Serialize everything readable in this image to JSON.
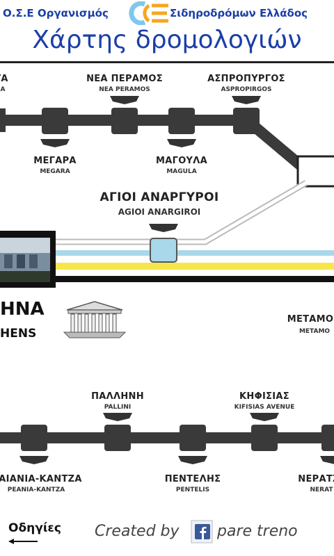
{
  "header": {
    "org_left": "Ο.Σ.Ε  Οργανισμός",
    "org_right": "Σιδηροδρόμων Ελλάδος",
    "title": "Χάρτης δρομολογιών"
  },
  "stations_top": [
    {
      "gr": "ΤΑ",
      "lat": "A"
    },
    {
      "gr": "ΝΕΑ ΠΕΡΑΜΟΣ",
      "lat": "NEA PERAMOS"
    },
    {
      "gr": "ΑΣΠΡΟΠΥΡΓΟΣ",
      "lat": "ASPROPIRGOS"
    },
    {
      "gr": "ΜΕΓΑΡΑ",
      "lat": "MEGARA"
    },
    {
      "gr": "ΜΑΓΟΥΛΑ",
      "lat": "MAGULA"
    },
    {
      "gr": "ΑΓΙΟΙ ΑΝΑΡΓΥΡΟΙ",
      "lat": "AGIOI ANARGIROI"
    }
  ],
  "athens": {
    "gr": "ΗΝΑ",
    "lat": "HENS"
  },
  "stations_right": [
    {
      "gr": "ΜΕΤΑΜΟ",
      "lat": "METAMO"
    }
  ],
  "stations_bottom": [
    {
      "gr": "ΠΑΛΛΗΝΗ",
      "lat": "PALLINI"
    },
    {
      "gr": "ΚΗΦΙΣΙΑΣ",
      "lat": "KIFISIAS AVENUE"
    },
    {
      "gr": "ΑΙΑΝΙΑ-ΚΑΝΤΖΑ",
      "lat": "PEANIA-KANTZA"
    },
    {
      "gr": "ΠΕΝΤΕΛΗΣ",
      "lat": "PENTELIS"
    },
    {
      "gr": "ΝΕΡΑΤΖ",
      "lat": "NERAT"
    }
  ],
  "footer": {
    "instructions": "Οδηγίες",
    "created_by": "Created by",
    "author": "pare treno"
  },
  "colors": {
    "brand_blue": "#1b3fa8",
    "logo_orange": "#f5a623",
    "station_block": "#3a3a3a",
    "suburban_light_blue": "#a8d8ea",
    "suburban_yellow": "#f6e64a"
  },
  "icons": [
    "ose-logo-icon",
    "parthenon-icon",
    "back-arrow-icon",
    "facebook-icon"
  ]
}
